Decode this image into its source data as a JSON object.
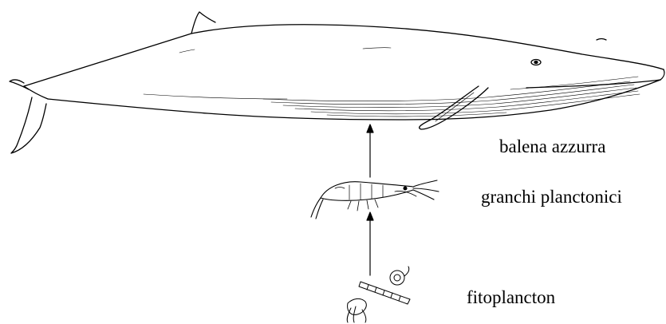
{
  "labels": {
    "whale": "balena azzurra",
    "krill": "granchi planctonici",
    "phytoplankton": "fitoplancton"
  },
  "colors": {
    "ink": "#000000",
    "background": "#ffffff"
  }
}
